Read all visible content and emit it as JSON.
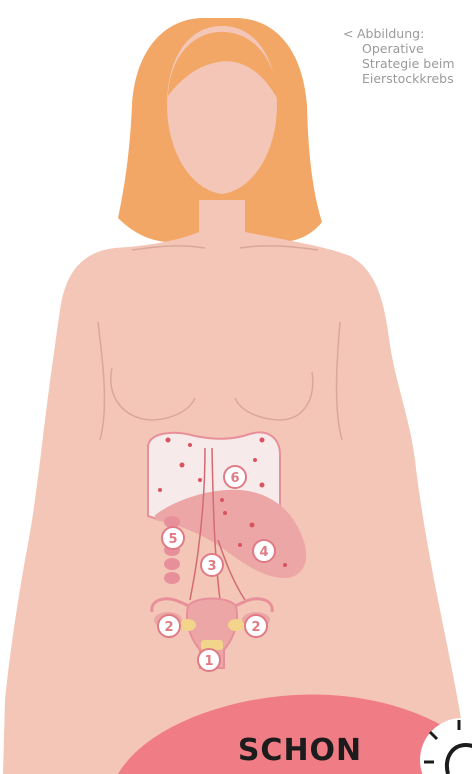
{
  "caption": {
    "arrow": "<",
    "lines": [
      "Abbildung:",
      "Operative",
      "Strategie beim",
      "Eierstockkrebs"
    ]
  },
  "markers": {
    "m1": "1",
    "m2a": "2",
    "m2b": "2",
    "m3": "3",
    "m4": "4",
    "m5": "5",
    "m6": "6"
  },
  "banner": {
    "text": "SCHON"
  },
  "colors": {
    "skin": "#f3c6b7",
    "hair": "#f2a766",
    "organ": "#e8909a",
    "marker": "#e07b86",
    "banner": "#f07c86",
    "background": "#ffffff"
  },
  "icons": [
    "lightbulb-icon"
  ]
}
